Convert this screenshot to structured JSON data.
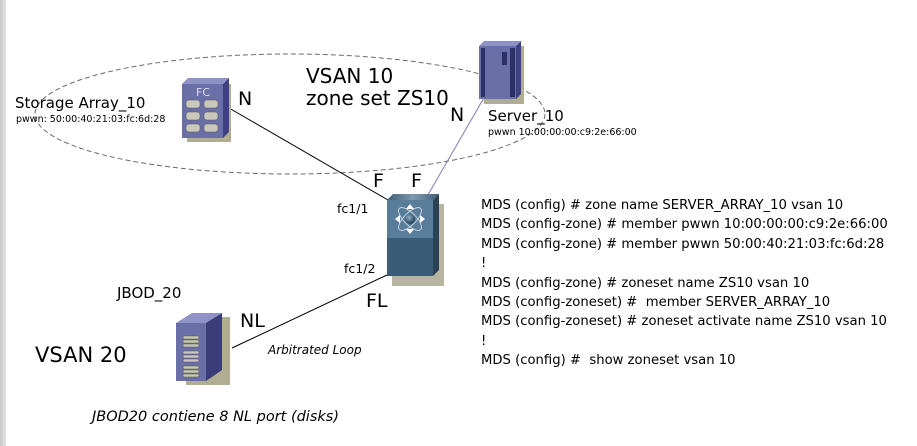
{
  "vsan10": {
    "title": "VSAN 10",
    "zoneset": "zone set ZS10"
  },
  "storage_array": {
    "name": "Storage Array_10",
    "pwwn": "pwwn:  50:00:40:21:03:fc:6d:28",
    "icon_label": "FC",
    "port_type": "N"
  },
  "server": {
    "name": "Server_10",
    "pwwn": "pwwn 10:00:00:00:c9:2e:66:00",
    "port_type": "N"
  },
  "switch": {
    "port1_label": "fc1/1",
    "port2_label": "fc1/2",
    "port1_type": "F",
    "port1b_type": "F",
    "port2_type": "FL"
  },
  "jbod": {
    "name": "JBOD_20",
    "port_type": "NL",
    "link_label": "Arbitrated Loop",
    "caption": "JBOD20 contiene 8 NL port (disks)"
  },
  "vsan20": {
    "title": "VSAN 20"
  },
  "cli": [
    "MDS (config) # zone name SERVER_ARRAY_10 vsan 10",
    "MDS (config-zone) # member pwwn 10:00:00:00:c9:2e:66:00",
    "MDS (config-zone) # member pwwn 50:00:40:21:03:fc:6d:28",
    "!",
    "MDS (config-zone) # zoneset name ZS10 vsan 10",
    "MDS (config-zoneset) #  member SERVER_ARRAY_10",
    "MDS (config-zoneset) # zoneset activate name ZS10 vsan 10",
    "!",
    "MDS (config) #  show zoneset vsan 10"
  ],
  "colors": {
    "device_purple": "#6b6fa8",
    "device_dark": "#3a3d78",
    "switch_blue": "#4a6a86",
    "link_server": "#7a7db8",
    "zone_dash": "#6a6a78"
  }
}
